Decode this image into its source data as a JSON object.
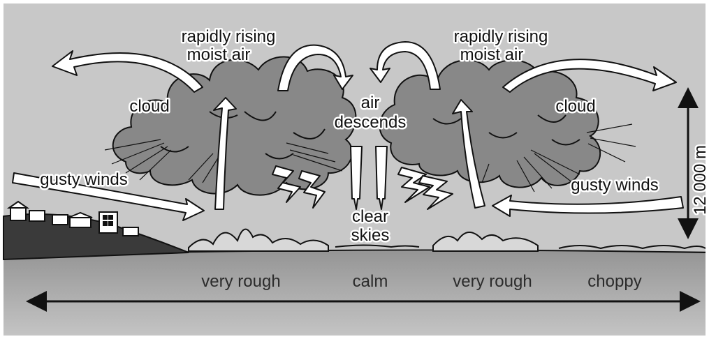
{
  "colors": {
    "sky": "#c8c8c8",
    "cloud": "#888888",
    "sea_top": "#959595",
    "sea_bottom": "#c4c4c4",
    "land": "#3a3a3a",
    "outline": "#111111",
    "arrow_fill": "#ffffff"
  },
  "labels": {
    "rising_left_1": "rapidly rising",
    "rising_left_2": "moist air",
    "rising_right_1": "rapidly rising",
    "rising_right_2": "moist air",
    "cloud_left": "cloud",
    "cloud_right": "cloud",
    "air_descends_1": "air",
    "air_descends_2": "descends",
    "clear_skies_1": "clear",
    "clear_skies_2": "skies",
    "gusty_left": "gusty winds",
    "gusty_right": "gusty winds",
    "height": "12 000 m"
  },
  "sea_states": [
    "very rough",
    "calm",
    "very rough",
    "choppy"
  ],
  "icons": [
    "lightning-bolt-icon",
    "house-icon",
    "double-headed-arrow-icon"
  ]
}
